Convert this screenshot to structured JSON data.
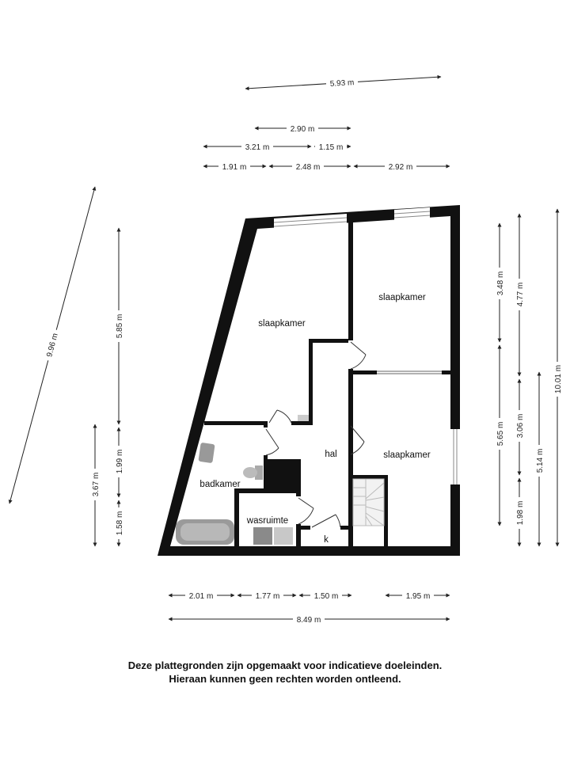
{
  "rooms": {
    "bedroom_left": "slaapkamer",
    "bedroom_right_top": "slaapkamer",
    "bedroom_right_bottom": "slaapkamer",
    "hall": "hal",
    "bathroom": "badkamer",
    "laundry": "wasruimte",
    "closet": "k"
  },
  "dimensions": {
    "top_overall": "5.93 m",
    "top_2_90": "2.90 m",
    "top_3_21": "3.21 m",
    "top_1_15": "1.15 m",
    "top_1_91": "1.91 m",
    "top_2_48": "2.48 m",
    "top_2_92": "2.92 m",
    "diag_9_96": "9.96 m",
    "left_5_85": "5.85 m",
    "left_1_99": "1.99 m",
    "left_3_67": "3.67 m",
    "left_1_58": "1.58 m",
    "right_3_48": "3.48 m",
    "right_4_77": "4.77 m",
    "right_10_01": "10.01 m",
    "right_5_65": "5.65 m",
    "right_3_06": "3.06 m",
    "right_5_14": "5.14 m",
    "right_1_98": "1.98 m",
    "bottom_2_01": "2.01 m",
    "bottom_1_77": "1.77 m",
    "bottom_1_50": "1.50 m",
    "bottom_1_95": "1.95 m",
    "bottom_8_49": "8.49 m"
  },
  "disclaimer": {
    "line1": "Deze plattegronden zijn opgemaakt voor indicatieve doeleinden.",
    "line2": "Hieraan kunnen geen rechten worden ontleend."
  }
}
